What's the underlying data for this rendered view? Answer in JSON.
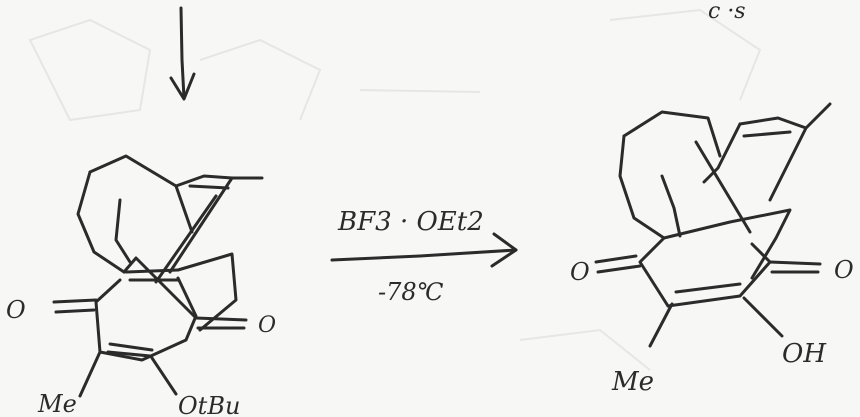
{
  "colors": {
    "ink": "#2b2b2b",
    "paper": "#f7f7f6",
    "ghost": "#e6e6e4"
  },
  "top_partial_text": "c ·s",
  "reactant": {
    "ketone_left": "O",
    "ketone_right": "O",
    "methyl_label": "Me",
    "ether_label": "OtBu"
  },
  "conditions": {
    "reagent": "BF3 · OEt2",
    "temperature": "-78℃"
  },
  "product": {
    "ketone_left": "O",
    "ketone_right": "O",
    "methyl_label": "Me",
    "hydroxyl_label": "OH"
  }
}
